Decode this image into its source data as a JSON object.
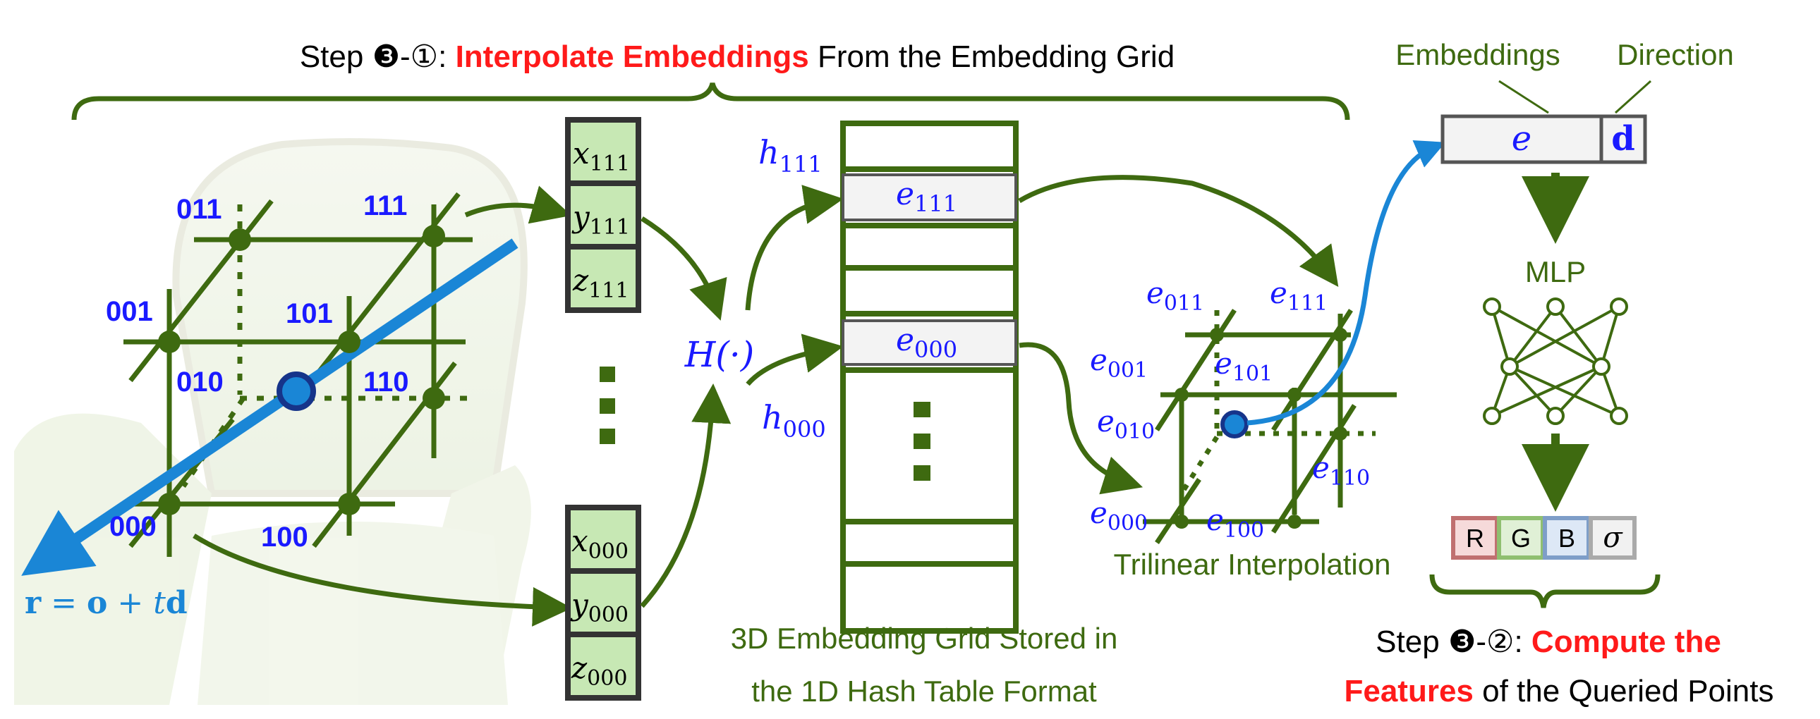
{
  "colors": {
    "green": "#3e6a10",
    "cell_green": "#c7e8b4",
    "blue_label": "#1a1aff",
    "ray_blue": "#1a86d6",
    "red": "#ff1a1a",
    "cell_gray": "#f3f3f3"
  },
  "header": {
    "step_prefix": "Step ",
    "step_mark": "❸-①",
    "colon": ": ",
    "highlight": "Interpolate Embeddings",
    "rest": " From the Embedding Grid"
  },
  "cube_labels": {
    "c011": "011",
    "c111": "111",
    "c001": "001",
    "c101": "101",
    "c010": "010",
    "c110": "110",
    "c000": "000",
    "c100": "100"
  },
  "ray": {
    "r": "r",
    "eq": " = ",
    "o": "o",
    "plus": " + ",
    "t": "t",
    "d": "d"
  },
  "coords_top": [
    {
      "base": "x",
      "sub": "111"
    },
    {
      "base": "y",
      "sub": "111"
    },
    {
      "base": "z",
      "sub": "111"
    }
  ],
  "coords_bottom": [
    {
      "base": "x",
      "sub": "000"
    },
    {
      "base": "y",
      "sub": "000"
    },
    {
      "base": "z",
      "sub": "000"
    }
  ],
  "hash": {
    "func": "H(·)",
    "h_top": "h",
    "h_top_sub": "111",
    "h_bottom": "h",
    "h_bottom_sub": "000"
  },
  "table": {
    "entry_top": {
      "base": "e",
      "sub": "111"
    },
    "entry_mid": {
      "base": "e",
      "sub": "000"
    },
    "caption_1": "3D Embedding Grid Stored in",
    "caption_2": "the 1D Hash Table Format"
  },
  "trilinear": {
    "labels": [
      {
        "id": "e011",
        "base": "e",
        "sub": "011"
      },
      {
        "id": "e111",
        "base": "e",
        "sub": "111"
      },
      {
        "id": "e001",
        "base": "e",
        "sub": "001"
      },
      {
        "id": "e101",
        "base": "e",
        "sub": "101"
      },
      {
        "id": "e010",
        "base": "e",
        "sub": "010"
      },
      {
        "id": "e110",
        "base": "e",
        "sub": "110"
      },
      {
        "id": "e000",
        "base": "e",
        "sub": "000"
      },
      {
        "id": "e100",
        "base": "e",
        "sub": "100"
      }
    ],
    "caption": "Trilinear Interpolation"
  },
  "right": {
    "embeddings_label": "Embeddings",
    "direction_label": "Direction",
    "vec_e": "e",
    "vec_d": "d",
    "mlp_label": "MLP",
    "outputs": [
      "R",
      "G",
      "B",
      "σ"
    ],
    "step_prefix": "Step ",
    "step_mark": "❸-②",
    "colon": ": ",
    "highlight_1": "Compute the",
    "highlight_2": "Features",
    "rest_2": " of the Queried Points"
  }
}
